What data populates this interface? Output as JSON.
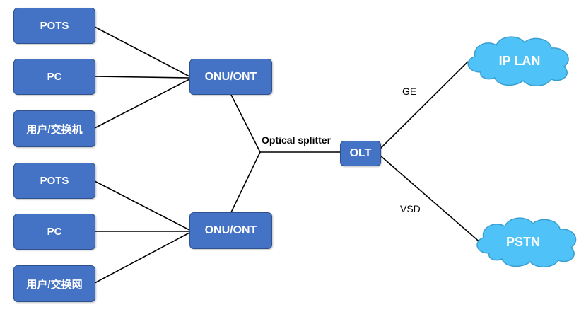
{
  "diagram": {
    "top_group": {
      "devices": [
        "POTS",
        "PC",
        "用户/交换机"
      ],
      "onu": "ONU/ONT"
    },
    "bottom_group": {
      "devices": [
        "POTS",
        "PC",
        "用户/交换网"
      ],
      "onu": "ONU/ONT"
    },
    "splitter_label": "Optical splitter",
    "olt": "OLT",
    "upper_link_label": "GE",
    "lower_link_label": "VSD",
    "clouds": {
      "upper": "IP LAN",
      "lower": "PSTN"
    },
    "colors": {
      "box_fill": "#4472c4",
      "box_border": "#2f528f",
      "cloud_fill": "#4fc3f7",
      "cloud_border": "#3a9fd0",
      "line": "#000000"
    }
  }
}
